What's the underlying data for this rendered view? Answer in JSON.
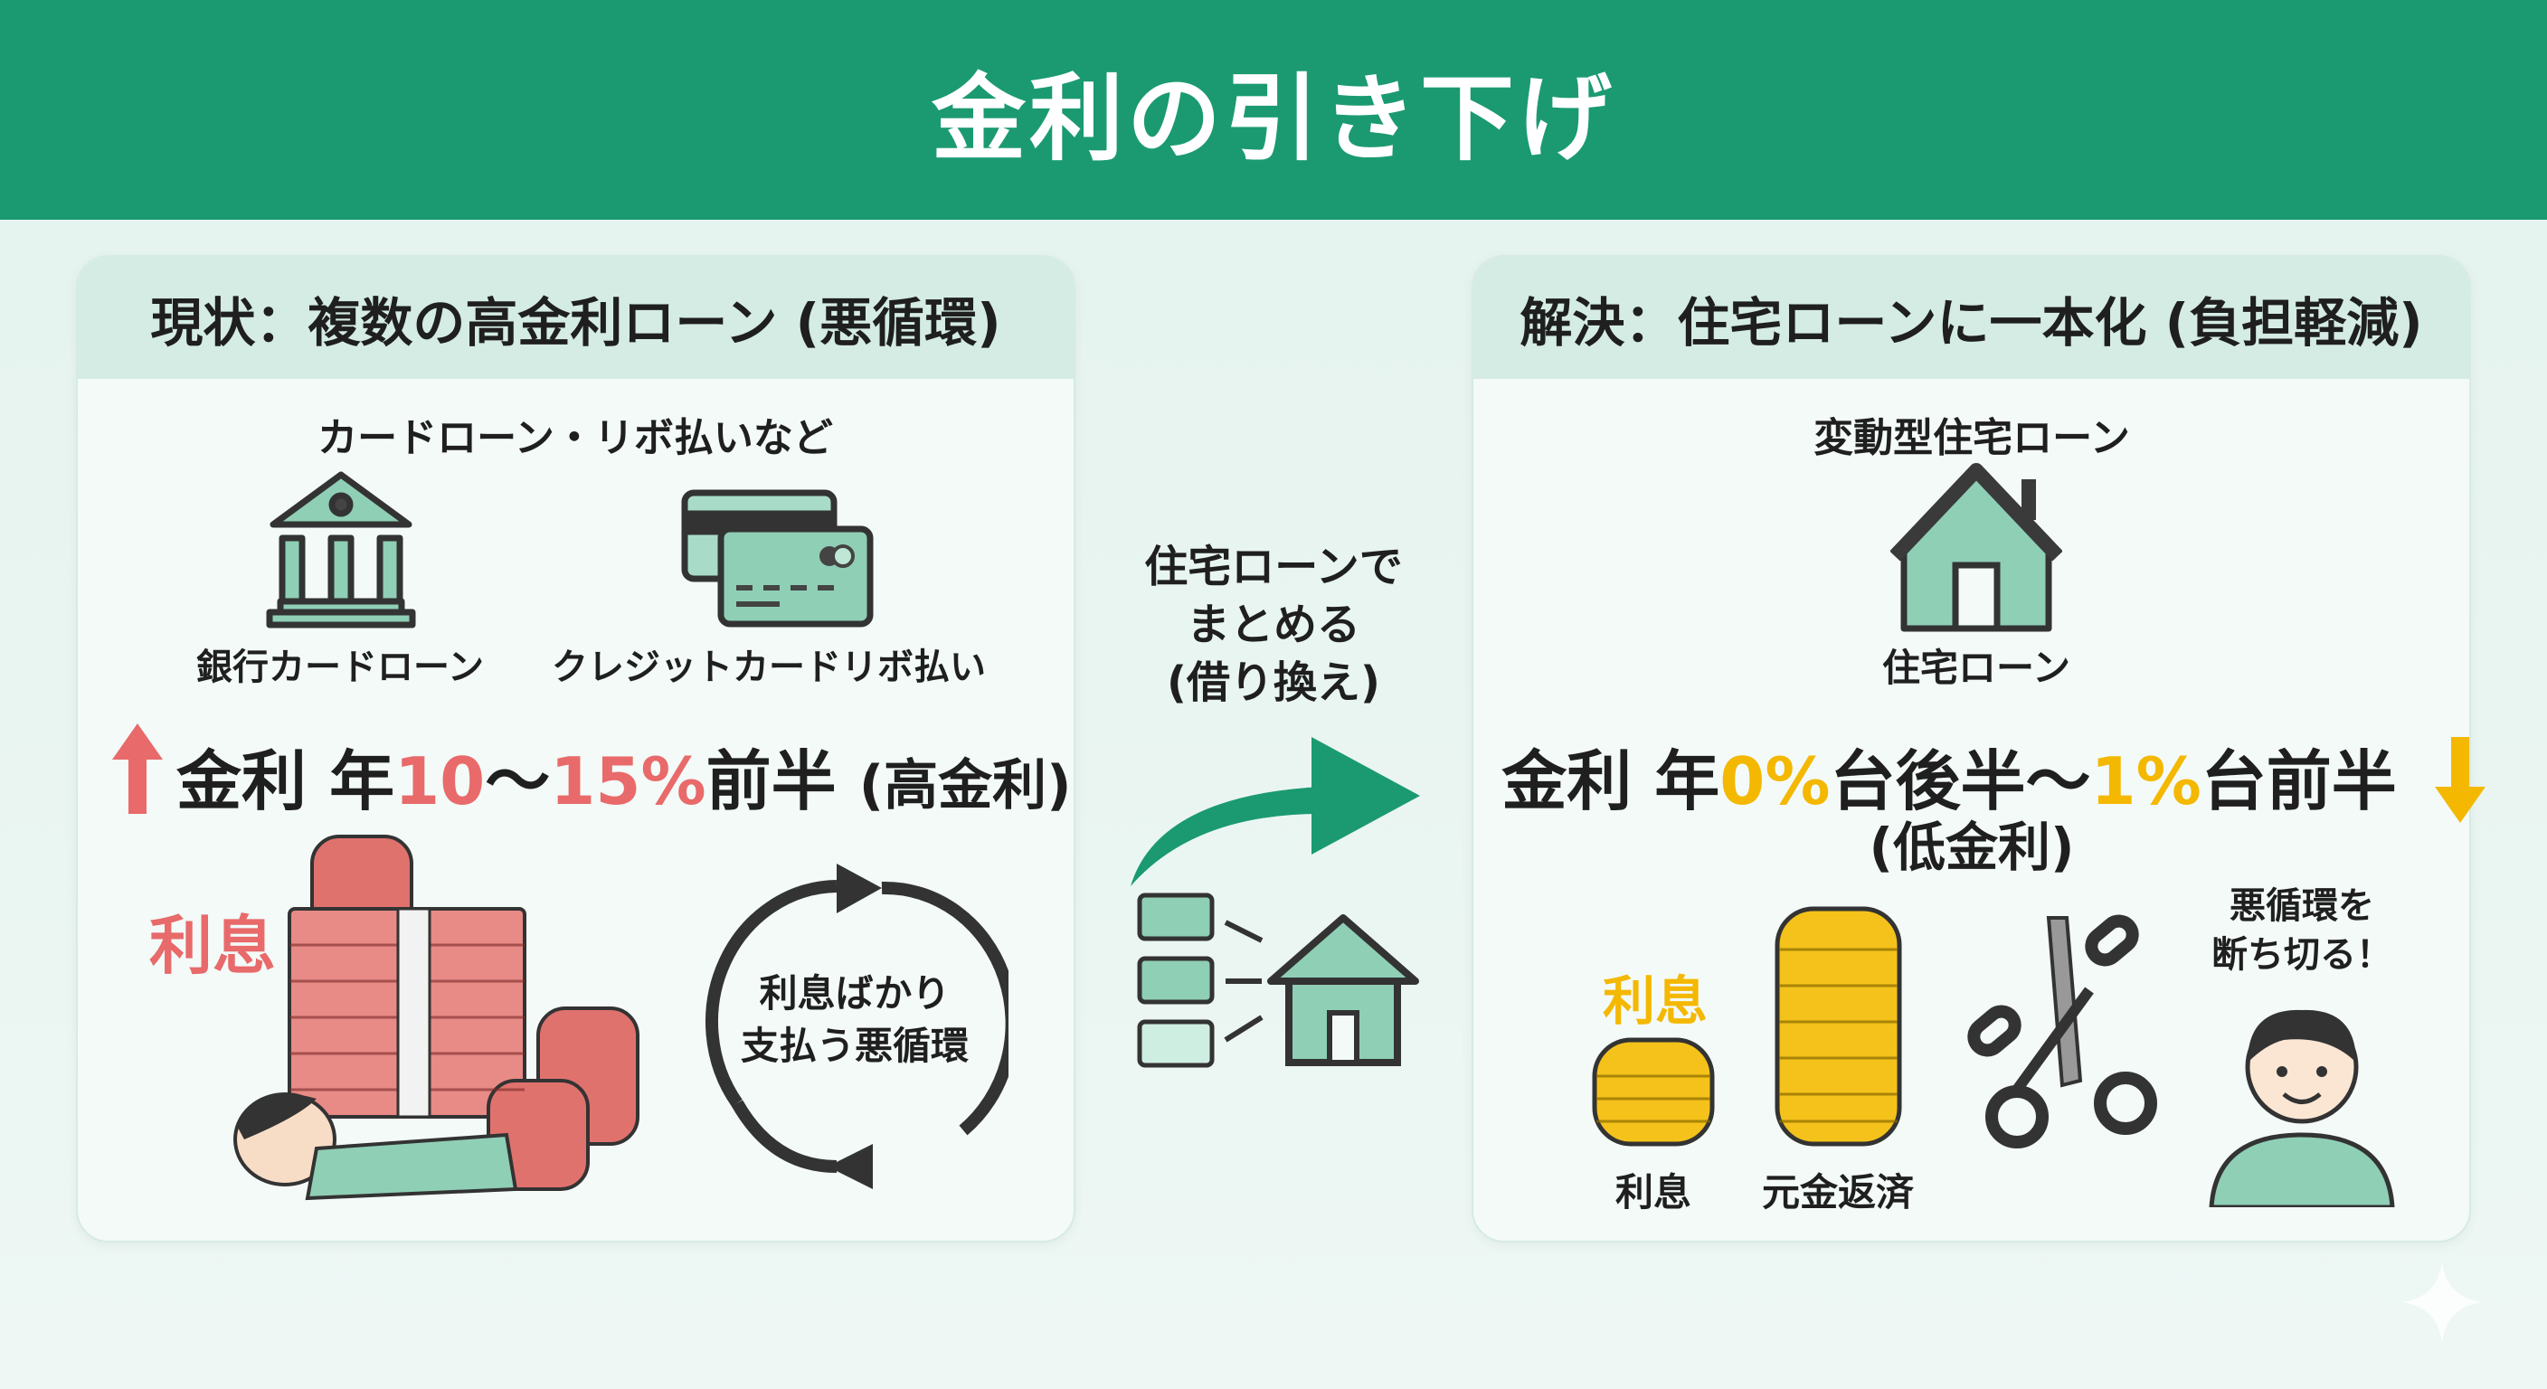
{
  "title": "金利の引き下げ",
  "left": {
    "heading": "現状：複数の高金利ローン (悪循環)",
    "subheading": "カードローン・リボ払いなど",
    "items": [
      {
        "label": "銀行カードローン",
        "icon": "bank-icon"
      },
      {
        "label": "クレジットカードリボ払い",
        "icon": "credit-card-icon"
      }
    ],
    "rate": {
      "prefix": "金利 年",
      "low": "10",
      "sep": "〜",
      "high": "15%",
      "suffix": "前半",
      "note": "(高金利)"
    },
    "interest_label": "利息",
    "cycle_text": [
      "利息ばかり",
      "支払う悪循環"
    ]
  },
  "middle": {
    "lines": [
      "住宅ローンで",
      "まとめる",
      "(借り換え)"
    ]
  },
  "right": {
    "heading": "解決：住宅ローンに一本化 (負担軽減)",
    "subheading": "変動型住宅ローン",
    "item_label": "住宅ローン",
    "rate": {
      "prefix": "金利 年",
      "low": "0%",
      "mid": "台後半〜",
      "high": "1%",
      "suffix": "台前半",
      "note": "(低金利)"
    },
    "interest_label": "利息",
    "coin_labels": [
      "利息",
      "元金返済"
    ],
    "speech": [
      "悪循環を",
      "断ち切る！"
    ]
  },
  "colors": {
    "header": "#1b9a72",
    "red": "#e86a6a",
    "yellow": "#f4b800",
    "mint": "#8fcfb6"
  }
}
